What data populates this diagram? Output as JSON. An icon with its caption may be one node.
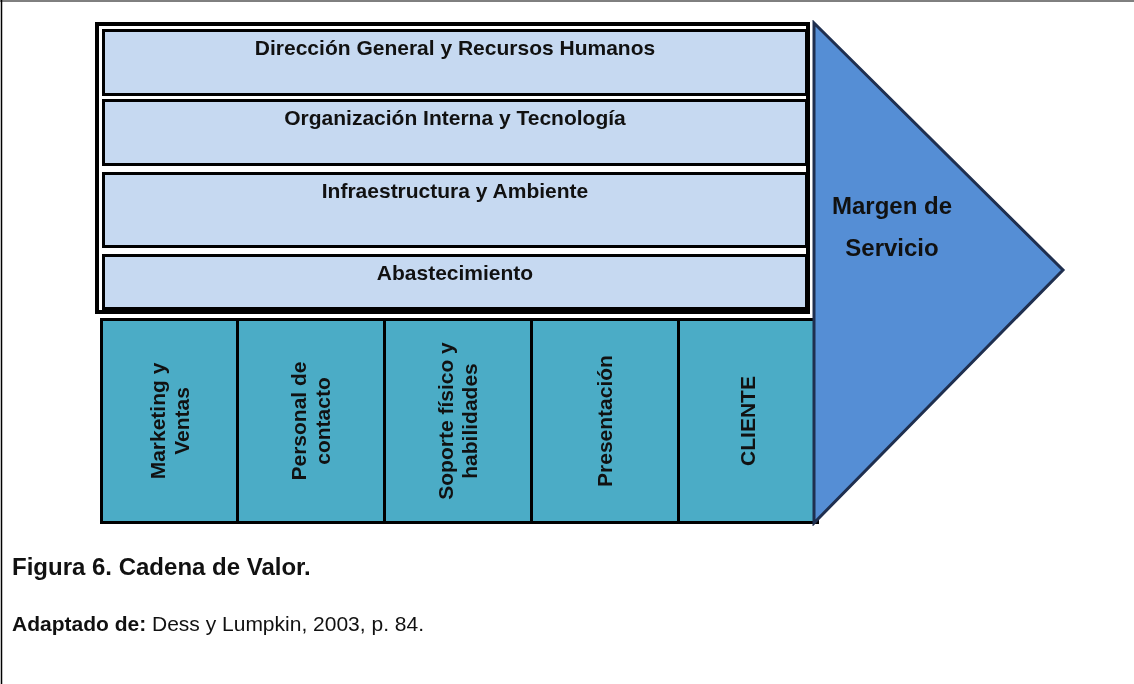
{
  "diagram": {
    "caption": "Figura 6. Cadena de Valor.",
    "nodes": [
      {
        "text": [],
        "shape": "box"
      },
      {
        "text": [
          "Dirección General y Recursos Humanos"
        ],
        "in": 0
      },
      {
        "text": [
          "Organización Interna y Tecnología"
        ],
        "in": 0
      },
      {
        "text": [
          "Infraestructura y Ambiente"
        ],
        "in": 0
      },
      {
        "text": [
          "Abastecimiento"
        ],
        "in": 0
      },
      {
        "text": [
          "Marketing y Ventas"
        ]
      },
      {
        "text": [
          "Personal de contacto"
        ]
      },
      {
        "text": [
          "Soporte físico y habilidades"
        ]
      },
      {
        "text": [
          "Presentación"
        ]
      },
      {
        "text": [
          "CLIENTE"
        ]
      },
      {
        "text": [
          "Margen de Servicio"
        ]
      }
    ],
    "labels": [
      "**Adaptado de:** Dess y Lumpkin, 2003, p. 84."
    ]
  }
}
